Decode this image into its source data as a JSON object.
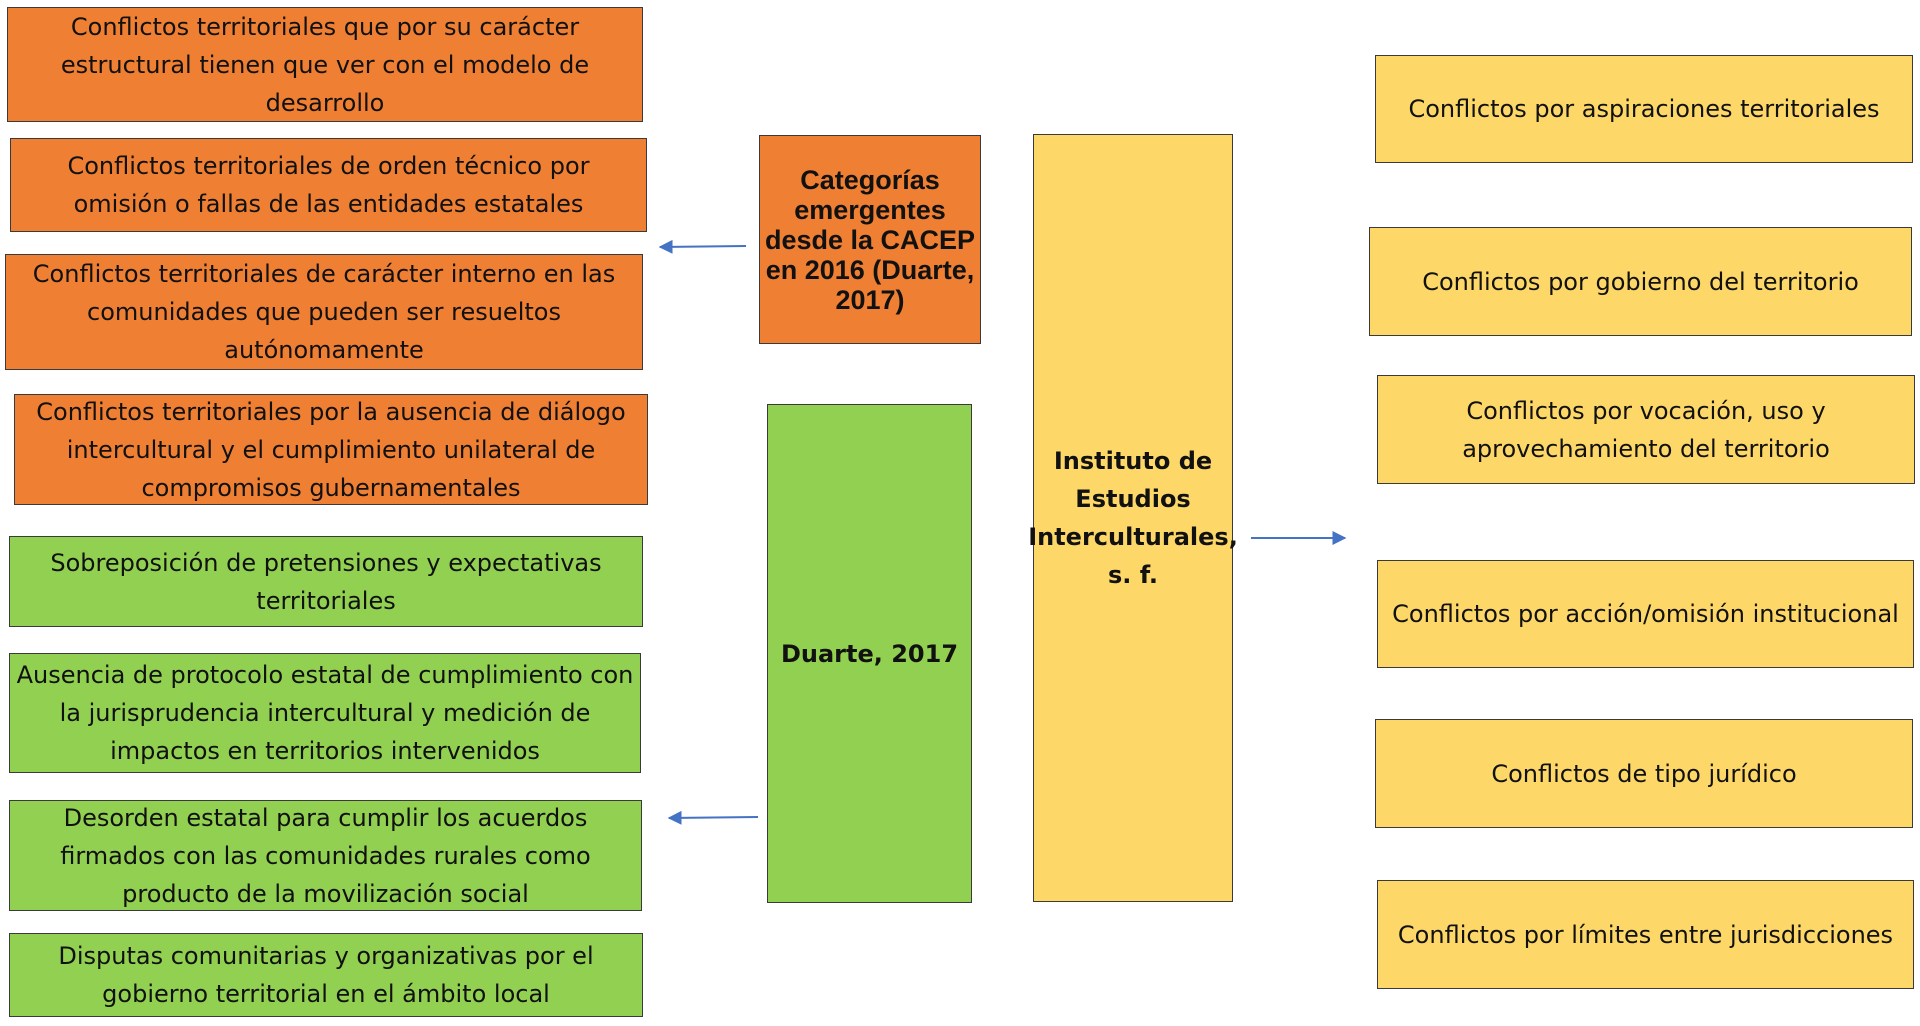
{
  "left_orange_boxes": [
    "Conflictos territoriales que por su carácter estructural tienen que ver con el modelo de desarrollo",
    "Conflictos territoriales de orden técnico por omisión o fallas de las entidades estatales",
    "Conflictos territoriales de carácter interno en las comunidades que pueden ser resueltos autónomamente",
    "Conflictos territoriales por la ausencia de diálogo intercultural y el cumplimiento unilateral de compromisos gubernamentales"
  ],
  "left_green_boxes": [
    "Sobreposición de pretensiones y expectativas territoriales",
    "Ausencia de protocolo estatal de cumplimiento con la jurisprudencia intercultural y medición de impactos en territorios intervenidos",
    "Desorden estatal para cumplir los acuerdos firmados con las comunidades rurales como producto de la movilización social",
    "Disputas comunitarias y organizativas por el gobierno territorial en el ámbito local"
  ],
  "center": {
    "cacep_label": "Categorías emergentes desde la CACEP en 2016 (Duarte, 2017)",
    "duarte_label": "Duarte, 2017",
    "instituto_label": "Instituto de Estudios Interculturales, s. f."
  },
  "right_yellow_boxes": [
    "Conflictos por aspiraciones territoriales",
    "Conflictos por gobierno del territorio",
    "Conflictos por vocación, uso y aprovechamiento del territorio",
    "Conflictos por acción/omisión institucional",
    "Conflictos de tipo jurídico",
    "Conflictos por límites entre jurisdicciones"
  ],
  "colors": {
    "orange": "#ef7f33",
    "green": "#91d050",
    "yellow": "#fdd868",
    "arrow": "#4472c4"
  }
}
